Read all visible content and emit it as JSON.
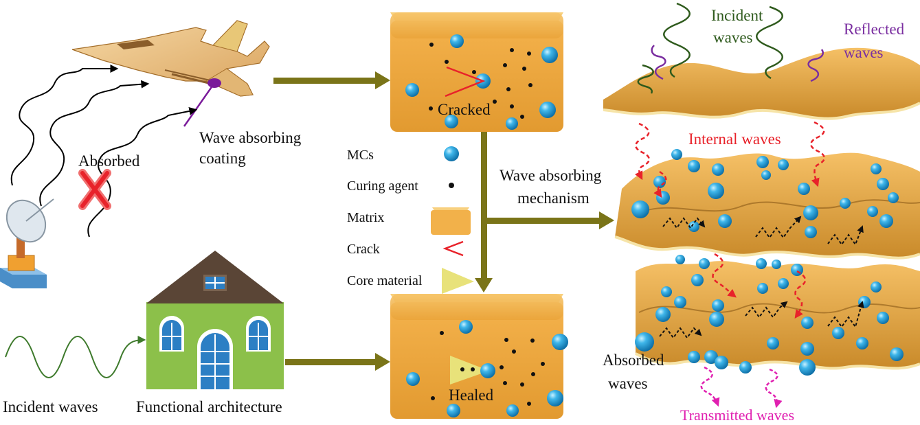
{
  "labels": {
    "wave_absorbing_coating_1": "Wave absorbing",
    "wave_absorbing_coating_2": "coating",
    "absorbed": "Absorbed",
    "incident_waves_bottom": "Incident waves",
    "functional_architecture": "Functional architecture",
    "cracked": "Cracked",
    "healed": "Healed",
    "mechanism_1": "Wave absorbing",
    "mechanism_2": "mechanism",
    "incident_waves_1": "Incident",
    "incident_waves_2": "waves",
    "reflected_waves_1": "Reflected",
    "reflected_waves_2": "waves",
    "internal_waves": "Internal waves",
    "absorbed_waves_1": "Absorbed",
    "absorbed_waves_2": "waves",
    "transmitted_waves": "Transmitted waves"
  },
  "legend": [
    {
      "label": "MCs",
      "symbol": "blue-sphere"
    },
    {
      "label": "Curing agent",
      "symbol": "black-dot"
    },
    {
      "label": "Matrix",
      "symbol": "orange-block"
    },
    {
      "label": "Crack",
      "symbol": "red-chevron"
    },
    {
      "label": "Core material",
      "symbol": "yellow-triangle"
    }
  ],
  "colors": {
    "arrow": "#7a7418",
    "matrix": "#f2b14a",
    "mc": "#2ea6dd",
    "crack": "#e8222a",
    "core": "#e8e27a",
    "incident": "#3a5a22",
    "reflected": "#7a2ea0",
    "internal": "#e8222a",
    "transmitted": "#e020b0",
    "house_wall": "#8cc04a",
    "house_roof": "#5a4536",
    "window": "#2c7fc4"
  }
}
